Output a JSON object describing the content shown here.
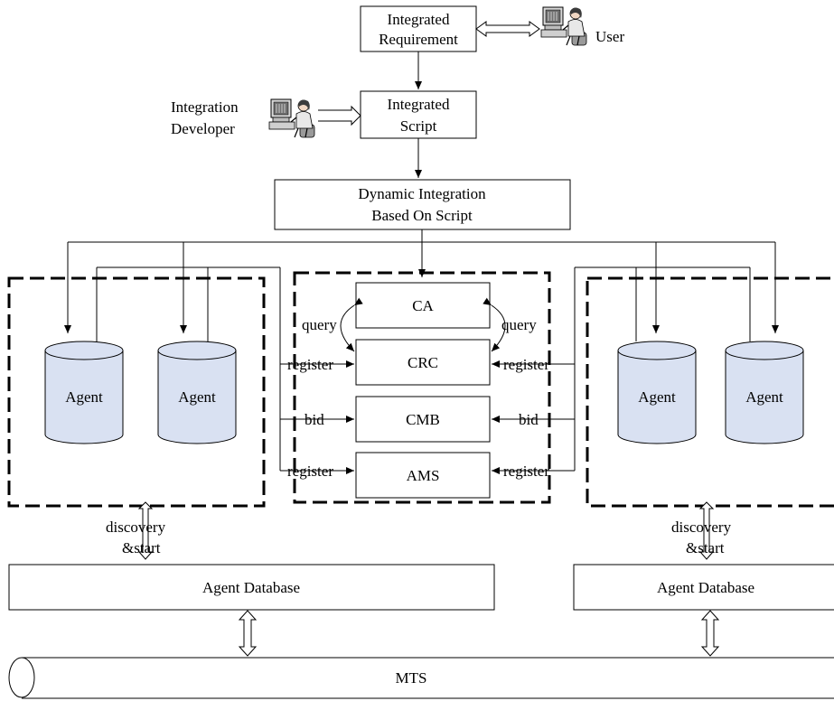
{
  "colors": {
    "agent_fill": "#d9e1f2",
    "monitor_screen": "#6f6f6f",
    "person_hair": "#3b3b3b"
  },
  "top": {
    "requirement": [
      "Integrated",
      "Requirement"
    ],
    "user": "User",
    "developer": [
      "Integration",
      "Developer"
    ],
    "script": [
      "Integrated",
      "Script"
    ],
    "dynamic": [
      "Dynamic Integration",
      "Based On Script"
    ]
  },
  "agents": {
    "label": "Agent"
  },
  "center": {
    "ca": "CA",
    "crc": "CRC",
    "cmb": "CMB",
    "ams": "AMS"
  },
  "arrow_labels": {
    "query": "query",
    "register": "register",
    "bid": "bid"
  },
  "bottom": {
    "discovery": [
      "discovery",
      "&start"
    ],
    "agent_database": "Agent Database",
    "mts": "MTS"
  },
  "icons": {
    "user": "person-at-computer-icon",
    "developer": "person-at-computer-icon"
  }
}
